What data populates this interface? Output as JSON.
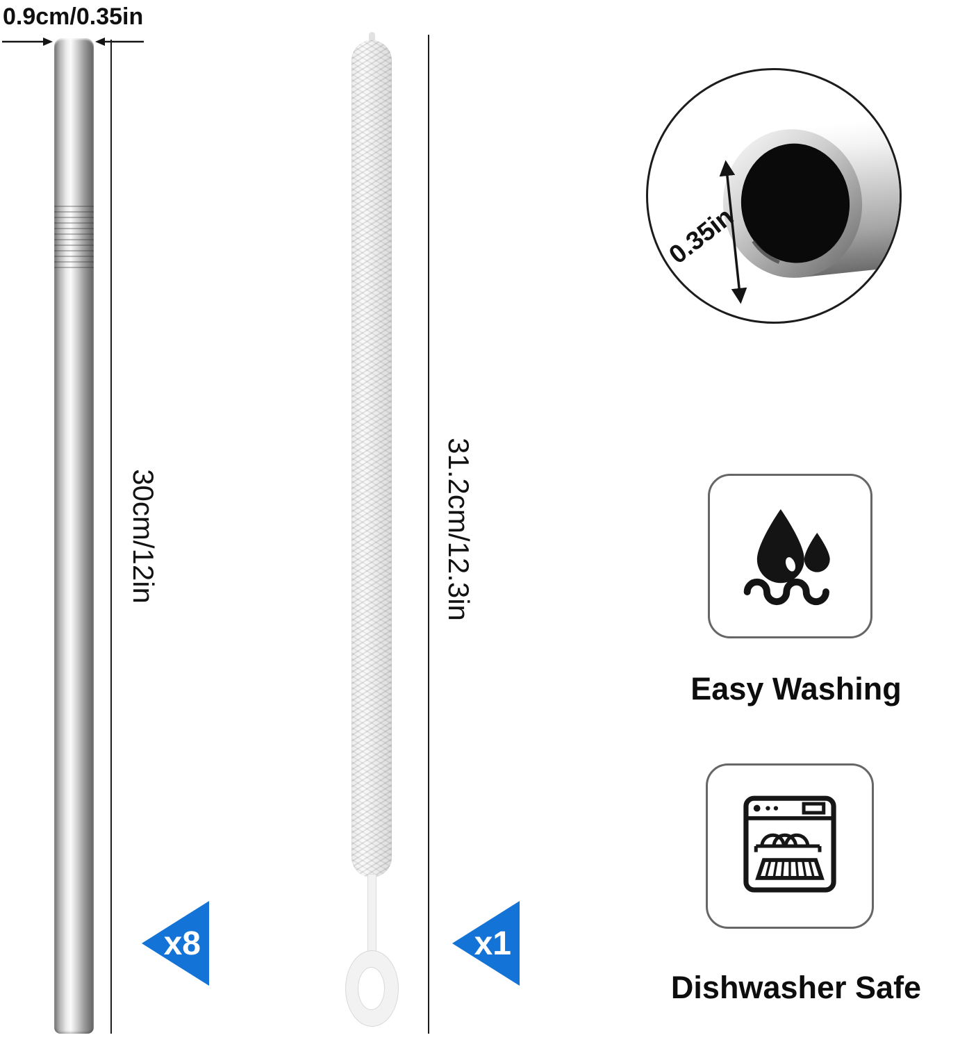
{
  "colors": {
    "accent_blue": "#1473d6",
    "ink": "#121212"
  },
  "straw": {
    "diameter_label": "0.9cm/0.35in",
    "length_label": "30cm/12in",
    "count_label": "x8"
  },
  "brush": {
    "length_label": "31.2cm/12.3in",
    "count_label": "x1"
  },
  "inset": {
    "diameter_label": "0.35in"
  },
  "features": [
    {
      "icon": "water-drops-icon",
      "label": "Easy Washing"
    },
    {
      "icon": "dishwasher-icon",
      "label": "Dishwasher Safe"
    }
  ]
}
